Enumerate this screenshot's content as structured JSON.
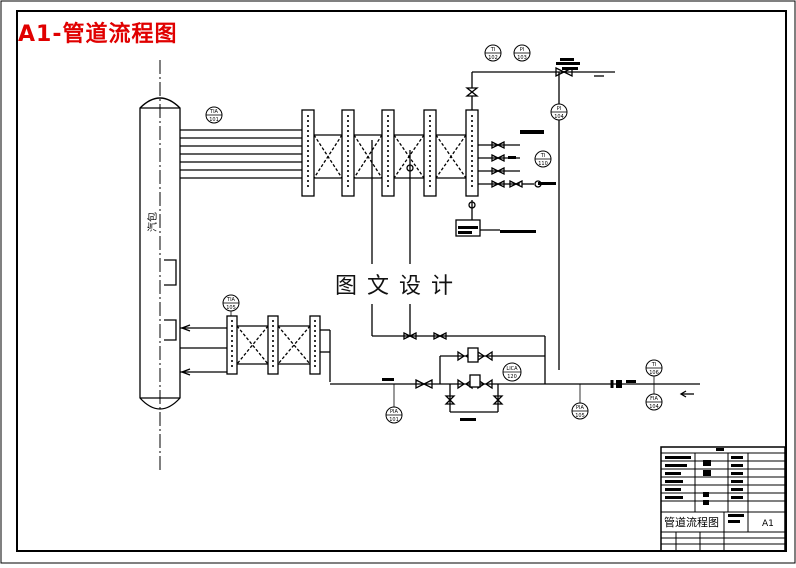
{
  "document": {
    "heading": "A1-管道流程图",
    "watermark": "图文设计",
    "vessel_label": "汽包"
  },
  "instruments": [
    {
      "tag": "TIA",
      "num": "101"
    },
    {
      "tag": "TI",
      "num": "102"
    },
    {
      "tag": "PI",
      "num": "103"
    },
    {
      "tag": "PI",
      "num": "104"
    },
    {
      "tag": "TI",
      "num": "110"
    },
    {
      "tag": "TIA",
      "num": "105"
    },
    {
      "tag": "LICA",
      "num": "120"
    },
    {
      "tag": "PIA",
      "num": "101"
    },
    {
      "tag": "PIA",
      "num": "105"
    },
    {
      "tag": "TI",
      "num": "106"
    },
    {
      "tag": "FIA",
      "num": "104"
    }
  ],
  "title_block": {
    "drawing_name": "管道流程图",
    "sheet_size": "A1"
  }
}
